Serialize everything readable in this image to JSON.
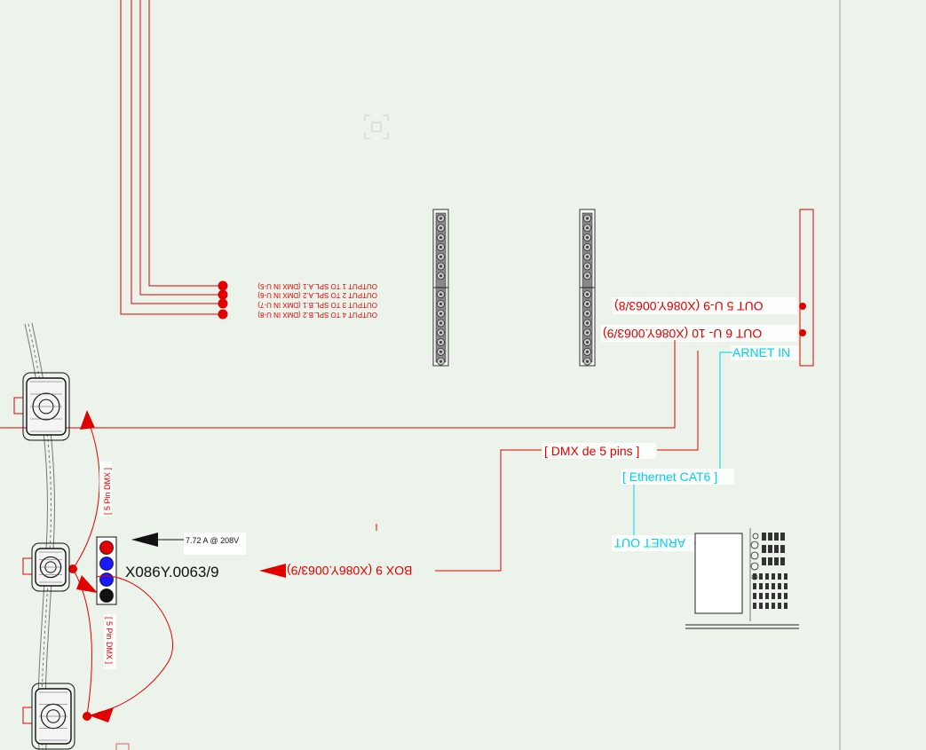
{
  "colors": {
    "background": "#ebf3ea",
    "dmx": "#e00000",
    "ethernet": "#00e5ff",
    "device": "#333333"
  },
  "labels": {
    "output_1": "OUTPUT 1 TO SPL.A.1 (DMX IN U-5)",
    "output_2": "OUTPUT 2 TO SPL.A.2 (DMX IN U-6)",
    "output_3": "OUTPUT 3 TO SPL.B.1 (DMX IN U-7)",
    "output_4": "OUTPUT 4 TO SPL.B.2 (DMX IN U-8)",
    "out_5": "OUT 5 U-9 (X086Y.0063/8)",
    "out_6": "OUT 6 U- 10 (X086Y.0063/9)",
    "artnet_in": "ARNET IN",
    "artnet_out": "ARNET OUT",
    "dmx_5pin_cable": "[ DMX de 5 pins ]",
    "ethernet_cable": "[ Ethernet CAT6 ]",
    "box_9": "BOX 9 (X086Y.0063/9)",
    "node_id": "X086Y.0063/9",
    "current_draw": "7.72 A @ 208V",
    "pin_dmx_upper": "[ 5 Pin DMX ]",
    "pin_dmx_lower": "[ 5 Pin DMX ]"
  },
  "connector_dots": [
    "#e00000",
    "#1a1aff",
    "#1a1aff",
    "#111111"
  ]
}
